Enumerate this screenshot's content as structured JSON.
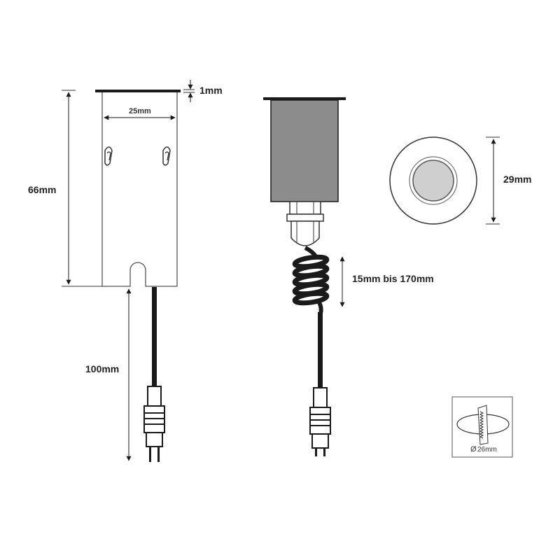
{
  "dimensions": {
    "top_plate_thickness": "1mm",
    "body_width": "25mm",
    "body_height": "66mm",
    "cable_length": "100mm",
    "face_diameter": "29mm",
    "coil_cable_length": "15mm bis 170mm"
  },
  "inset": {
    "drill_diameter": "26mm",
    "diameter_symbol": "Ø"
  },
  "colors": {
    "line": "#1a1a1a",
    "housing": "#8c8c8c",
    "lens": "#cfcfcf",
    "cable": "#1a1a1a"
  }
}
